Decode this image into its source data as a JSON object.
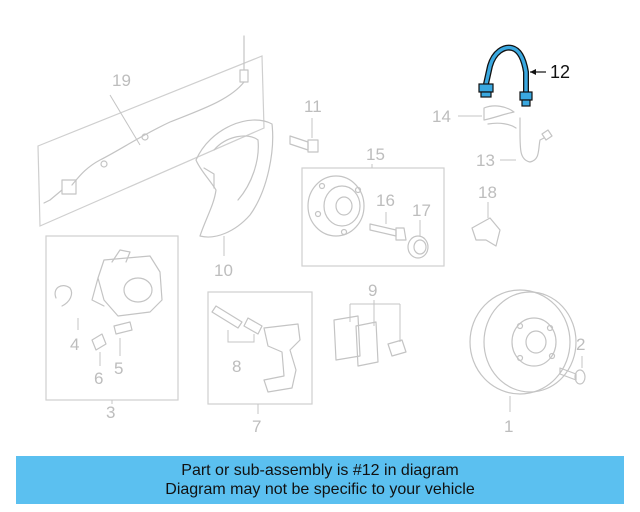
{
  "callouts": {
    "c1": "1",
    "c2": "2",
    "c3": "3",
    "c4": "4",
    "c5": "5",
    "c6": "6",
    "c7": "7",
    "c8": "8",
    "c9": "9",
    "c10": "10",
    "c11": "11",
    "c12": "12",
    "c13": "13",
    "c14": "14",
    "c15": "15",
    "c16": "16",
    "c17": "17",
    "c18": "18",
    "c19": "19"
  },
  "highlighted_part": "12",
  "colors": {
    "highlight_stroke": "#111111",
    "highlight_fill": "#3aa8e0",
    "banner_bg": "#5bc0f0",
    "part_gray": "#c4c4c4"
  },
  "banner": {
    "line1": "Part or sub-assembly is #12 in diagram",
    "line2": "Diagram may not be specific to your vehicle"
  }
}
